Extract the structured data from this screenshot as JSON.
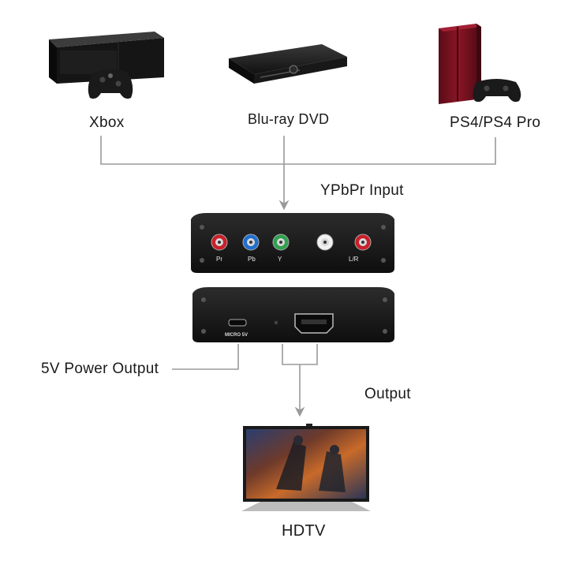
{
  "sources": [
    {
      "name": "Xbox"
    },
    {
      "name": "Blu-ray  DVD"
    },
    {
      "name": "PS4/PS4  Pro"
    }
  ],
  "input_label": "YPbPr  Input",
  "ports": [
    {
      "label": "Pr",
      "color": "#c8202a"
    },
    {
      "label": "Pb",
      "color": "#1f6fd0"
    },
    {
      "label": "Y",
      "color": "#2fa050"
    },
    {
      "label": "",
      "color": "#f2f2f2"
    },
    {
      "label": "L/R",
      "color": "#c8202a"
    }
  ],
  "micro_label": "MICRO 5V",
  "power_label": "5V  Power  Output",
  "output_label": "Output",
  "display_label": "HDTV",
  "colors": {
    "line": "#9a9a9a",
    "device_body": "#1c1c1c",
    "ps4_red": "#7a1020"
  }
}
